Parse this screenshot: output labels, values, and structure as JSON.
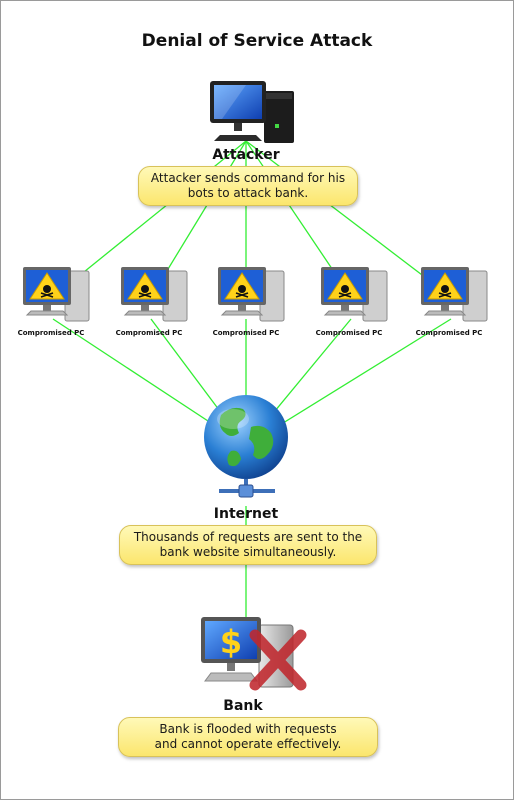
{
  "diagram": {
    "title": "Denial of Service Attack",
    "attacker": {
      "label": "Attacker",
      "note": [
        "Attacker sends command for his",
        "bots to attack bank."
      ]
    },
    "bots": [
      {
        "label": "Compromised PC",
        "icon": "compromised-pc-icon"
      },
      {
        "label": "Compromised PC",
        "icon": "compromised-pc-icon"
      },
      {
        "label": "Compromised PC",
        "icon": "compromised-pc-icon"
      },
      {
        "label": "Compromised PC",
        "icon": "compromised-pc-icon"
      },
      {
        "label": "Compromised PC",
        "icon": "compromised-pc-icon"
      }
    ],
    "internet": {
      "label": "Internet",
      "note": [
        "Thousands of requests are sent to the",
        "bank website simultaneously."
      ]
    },
    "bank": {
      "label": "Bank",
      "note": [
        "Bank is flooded with requests",
        "and cannot operate effectively."
      ]
    },
    "colors": {
      "connector": "#33ee33",
      "bubble": "#fbe66d",
      "screen": "#1e5fd6",
      "warning": "#ffd21a",
      "globe_water": "#2a7fd4",
      "globe_land": "#3fae3a",
      "cross": "#c0282e"
    }
  }
}
